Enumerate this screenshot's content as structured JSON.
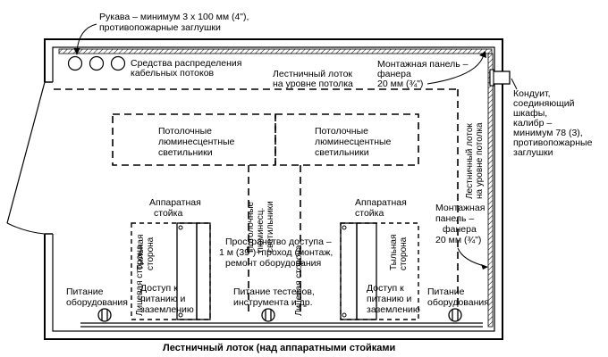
{
  "colors": {
    "ink": "#000000",
    "background": "#ffffff",
    "hatch": "#000000"
  },
  "labels": {
    "sleeves": [
      "Рукава – минимум 3 x 100 мм (4\"),",
      "противопожарные заглушки"
    ],
    "cable_distribution": [
      "Средства распределения",
      "кабельных потоков"
    ],
    "ladder_tray_ceiling_top": [
      "Лестничный лоток",
      "на уровне потолка"
    ],
    "backboard_top": [
      "Монтажная панель –",
      "фанера",
      "20 мм (¾\")"
    ],
    "conduit": [
      "Кондуит,",
      "соединяющий",
      "шкафы,",
      "калибр –",
      "минимум 78 (3),",
      "противопожарные",
      "заглушки"
    ],
    "ladder_tray_ceiling_right": [
      "Лестничный лоток",
      "на уровне потолка"
    ],
    "lights_left": [
      "Потолочные",
      "люминесцентные",
      "светильники"
    ],
    "lights_right": [
      "Потолочные",
      "люминесцентные",
      "светильники"
    ],
    "lights_center": [
      "Потолочные",
      "люминесц.",
      "светильники"
    ],
    "rack_left": [
      "Аппаратная",
      "стойка"
    ],
    "rack_right": [
      "Аппаратная",
      "стойка"
    ],
    "rear_side": [
      "Тыльная",
      "сторона"
    ],
    "front_side": "Лицевая сторона",
    "access_space": [
      "Пространство доступа –",
      "1 м (39\")+проход (монтаж,",
      "ремонт оборудования"
    ],
    "access_power": [
      "Доступ к",
      "питанию и",
      "заземлению"
    ],
    "equipment_power": [
      "Питание",
      "оборудования"
    ],
    "tester_power": [
      "Питание тестеров,",
      "инструмента и др."
    ],
    "backboard_right": [
      "Монтажная",
      "панель –",
      "фанера",
      "20 мм (¾\")"
    ],
    "bottom_caption": "Лестничный лоток (над аппаратными стойками"
  }
}
